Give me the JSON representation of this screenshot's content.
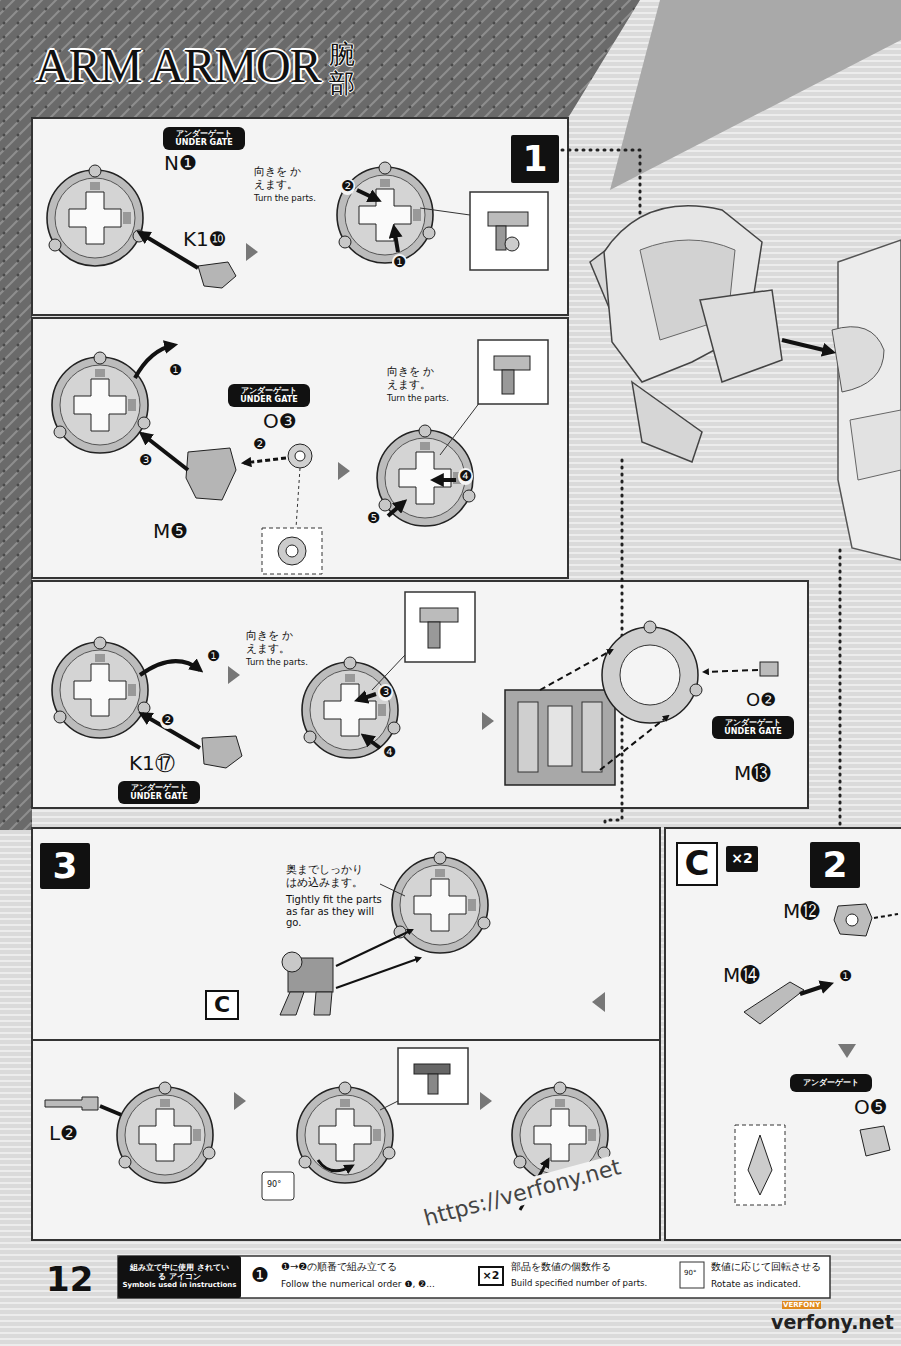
{
  "diagram": {
    "title": "ARM ARMOR",
    "nodes": [
      {
        "text": [
          "1"
        ]
      },
      {
        "text": [
          "アンダーゲート",
          "UNDER GATE"
        ]
      },
      {
        "text": [
          "アンダーゲート",
          "UNDER GATE"
        ]
      },
      {
        "text": [
          "アンダーゲート",
          "UNDER GATE"
        ]
      },
      {
        "text": [
          "アンダーゲート",
          "UNDER GATE"
        ]
      },
      {
        "text": [
          "3"
        ]
      },
      {
        "text": [
          "C"
        ]
      },
      {
        "text": [
          "C"
        ]
      },
      {
        "text": [
          "×2"
        ]
      },
      {
        "text": [
          "2"
        ]
      },
      {
        "text": [
          "アンダーゲート"
        ]
      },
      {
        "text": [
          "組み立て中に使用 されている アイコン",
          "Symbols used in instructions"
        ]
      },
      {
        "text": [
          "×2"
        ]
      }
    ],
    "labels": [
      "腕部",
      "N❶",
      "K1❿",
      "向きを かえます。",
      "Turn the parts.",
      "❷",
      "❶",
      "❶",
      "❷",
      "❸",
      "O❸",
      "M❺",
      "向きを かえます。",
      "Turn the parts.",
      "❹",
      "❺",
      "❶",
      "❷",
      "K1⑰",
      "向きを かえます。",
      "Turn the parts.",
      "❸",
      "❹",
      "O❷",
      "M⓭",
      "奥までしっかり はめ込みます。",
      "Tightly fit the parts as far as they will go.",
      "L❷",
      "90°",
      "M⓬",
      "M⓮",
      "❶",
      "O❺",
      "12",
      "❶",
      "❶→❷の順番で組み立てる",
      "Follow the numerical order ❶, ❷...",
      "部品を数値の個数作る",
      "Build specified number of parts.",
      "90°",
      "数値に応じて回転させる",
      "Rotate as indicated.",
      "https://verfony.net",
      "VERFONY",
      "verfony.net"
    ]
  }
}
